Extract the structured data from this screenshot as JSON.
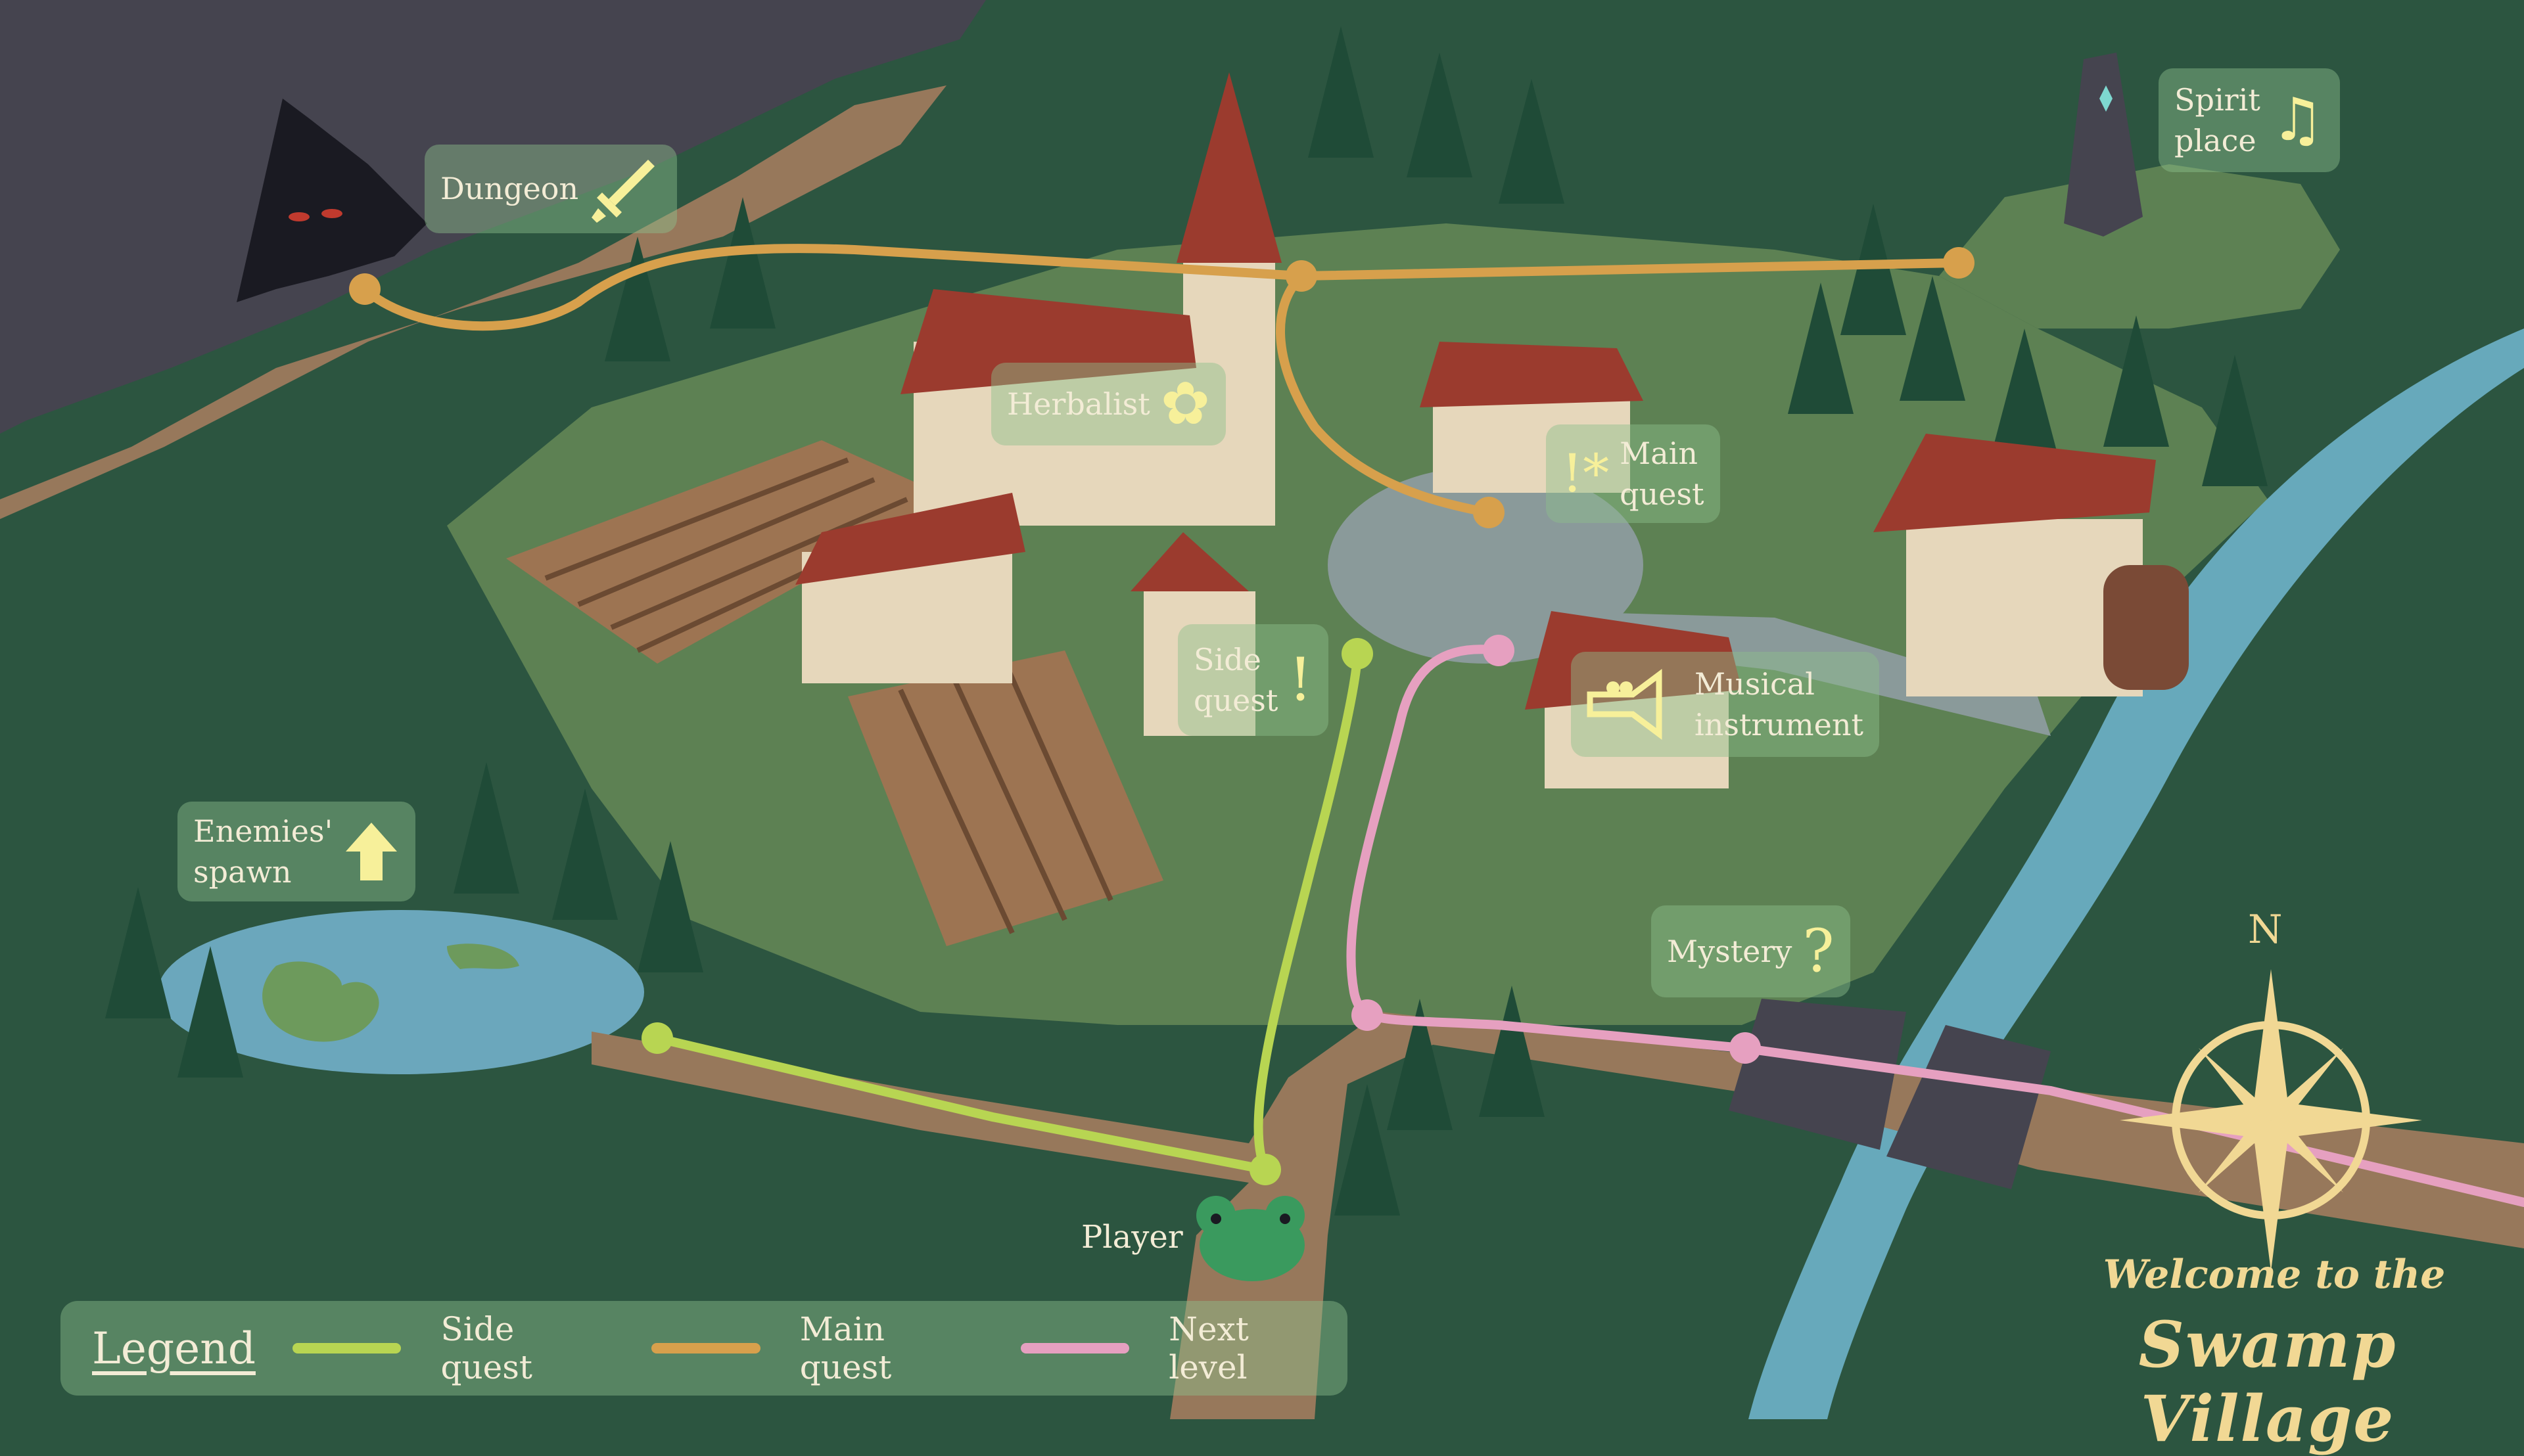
{
  "map": {
    "locations": [
      {
        "id": "dungeon",
        "label": "Dungeon",
        "icon": "sword-icon"
      },
      {
        "id": "spirit_place",
        "label": "Spirit\nplace",
        "icon": "music-note-icon"
      },
      {
        "id": "herbalist",
        "label": "Herbalist",
        "icon": "flower-icon"
      },
      {
        "id": "main_quest",
        "label": "Main\nquest",
        "icon": "exclamation-star-icon"
      },
      {
        "id": "side_quest",
        "label": "Side\nquest",
        "icon": "exclamation-icon"
      },
      {
        "id": "musical_instrument",
        "label": "Musical\ninstrument",
        "icon": "trumpet-icon"
      },
      {
        "id": "enemies_spawn",
        "label": "Enemies'\nspawn",
        "icon": "arrow-up-icon"
      },
      {
        "id": "mystery",
        "label": "Mystery",
        "icon": "question-icon"
      }
    ],
    "player_label": "Player",
    "compass_north": "N",
    "title_line1": "Welcome to the",
    "title_line2": "Swamp Village"
  },
  "legend": {
    "title": "Legend",
    "items": [
      {
        "label": "Side quest",
        "color": "#b8d552"
      },
      {
        "label": "Main quest",
        "color": "#d7a04c"
      },
      {
        "label": "Next level",
        "color": "#e6a0c0"
      }
    ]
  },
  "colors": {
    "background_forest": "#2c5540",
    "clearing": "#5d8153",
    "path_dirt": "#97785b",
    "river": "#67a9bb",
    "plaza": "#8a9a9a",
    "cave": "#45444f",
    "roof": "#9b3b2e",
    "wall": "#e6d7bb",
    "accent_gold": "#f1d894"
  }
}
